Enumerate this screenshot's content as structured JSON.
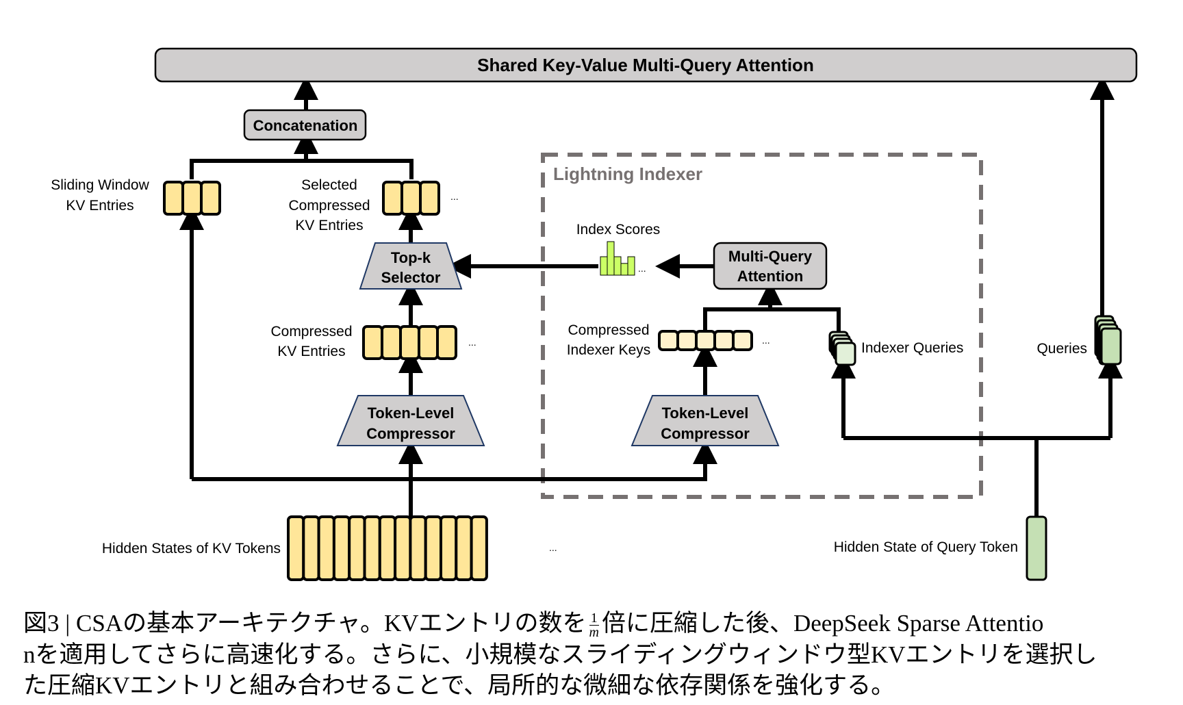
{
  "diagram": {
    "top_block": "Shared Key-Value Multi-Query Attention",
    "concat_block": "Concatenation",
    "sliding_window_label": [
      "Sliding Window",
      "KV Entries"
    ],
    "selected_label": [
      "Selected",
      "Compressed",
      "KV Entries"
    ],
    "topk_block": [
      "Top-k",
      "Selector"
    ],
    "compressed_kv_label": [
      "Compressed",
      "KV Entries"
    ],
    "compressor_left": [
      "Token-Level",
      "Compressor"
    ],
    "compressor_right": [
      "Token-Level",
      "Compressor"
    ],
    "hidden_kv_label": "Hidden States of KV Tokens",
    "hidden_query_label": "Hidden State of Query Token",
    "indexer_group_label": "Lightning Indexer",
    "index_scores_label": "Index Scores",
    "mqa_block": [
      "Multi-Query",
      "Attention"
    ],
    "compressed_indexer_keys_label": [
      "Compressed",
      "Indexer Keys"
    ],
    "indexer_queries_label": "Indexer Queries",
    "queries_label": "Queries",
    "ellipsis": "...",
    "index_scores_bars": [
      0.55,
      1.0,
      0.55,
      0.35,
      0.55
    ],
    "counts": {
      "sliding_window_entries": 3,
      "selected_entries": 3,
      "compressed_kv_entries": 5,
      "compressed_indexer_keys": 5,
      "hidden_kv_tokens": 13
    },
    "colors": {
      "kv_entry": "#FFE699",
      "indexer_key": "#FFF2CC",
      "query": "#C5E0B4",
      "indexer_query": "#E2F0D9",
      "block_fill": "#D0CECE",
      "index_score": "#CCFF66",
      "group_border": "#767171",
      "trapezoid_border": "#1F3864"
    }
  },
  "caption": {
    "line1_a": "図3 | CSAの基本アーキテクチャ。KVエントリの数を",
    "frac_num": "1",
    "frac_den": "m",
    "line1_b": "倍に圧縮した後、DeepSeek Sparse Attentio",
    "line2": "nを適用してさらに高速化する。さらに、小規模なスライディングウィンドウ型KVエントリを選択し",
    "line3": "た圧縮KVエントリと組み合わせることで、局所的な微細な依存関係を強化する。"
  }
}
